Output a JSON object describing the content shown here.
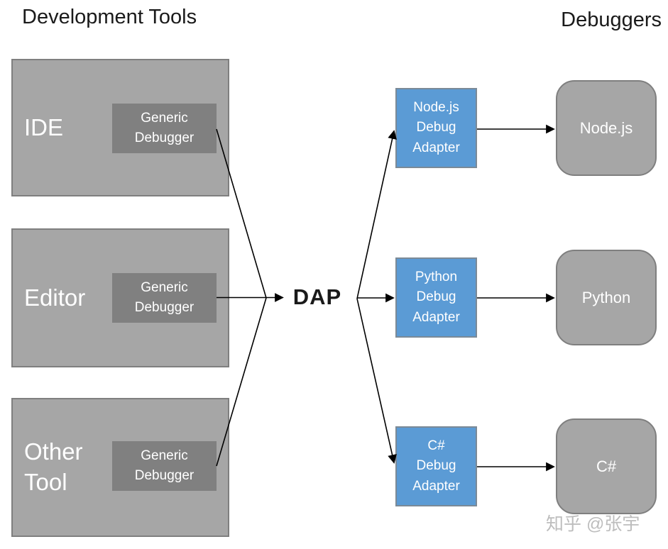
{
  "headings": {
    "development_tools": "Development Tools",
    "debuggers": "Debuggers"
  },
  "dap": {
    "label": "DAP"
  },
  "tools": [
    {
      "name": "IDE",
      "debugger_label": "Generic\nDebugger"
    },
    {
      "name": "Editor",
      "debugger_label": "Generic\nDebugger"
    },
    {
      "name": "Other\nTool",
      "debugger_label": "Generic\nDebugger"
    }
  ],
  "adapters": [
    {
      "label": "Node.js\nDebug\nAdapter"
    },
    {
      "label": "Python\nDebug\nAdapter"
    },
    {
      "label": "C#\nDebug\nAdapter"
    }
  ],
  "runtimes": [
    {
      "label": "Node.js"
    },
    {
      "label": "Python"
    },
    {
      "label": "C#"
    }
  ],
  "watermark": "知乎 @张宇",
  "colors": {
    "box_gray": "#a6a6a6",
    "box_gray_border": "#7f7f7f",
    "inner_gray": "#808080",
    "blue": "#5b9bd5",
    "blue_border": "#7b8a97",
    "arrow": "#000000",
    "heading_text": "#1a1a1a",
    "box_text": "#ffffff",
    "watermark_gray": "#bdbdbd",
    "bg": "#ffffff"
  }
}
